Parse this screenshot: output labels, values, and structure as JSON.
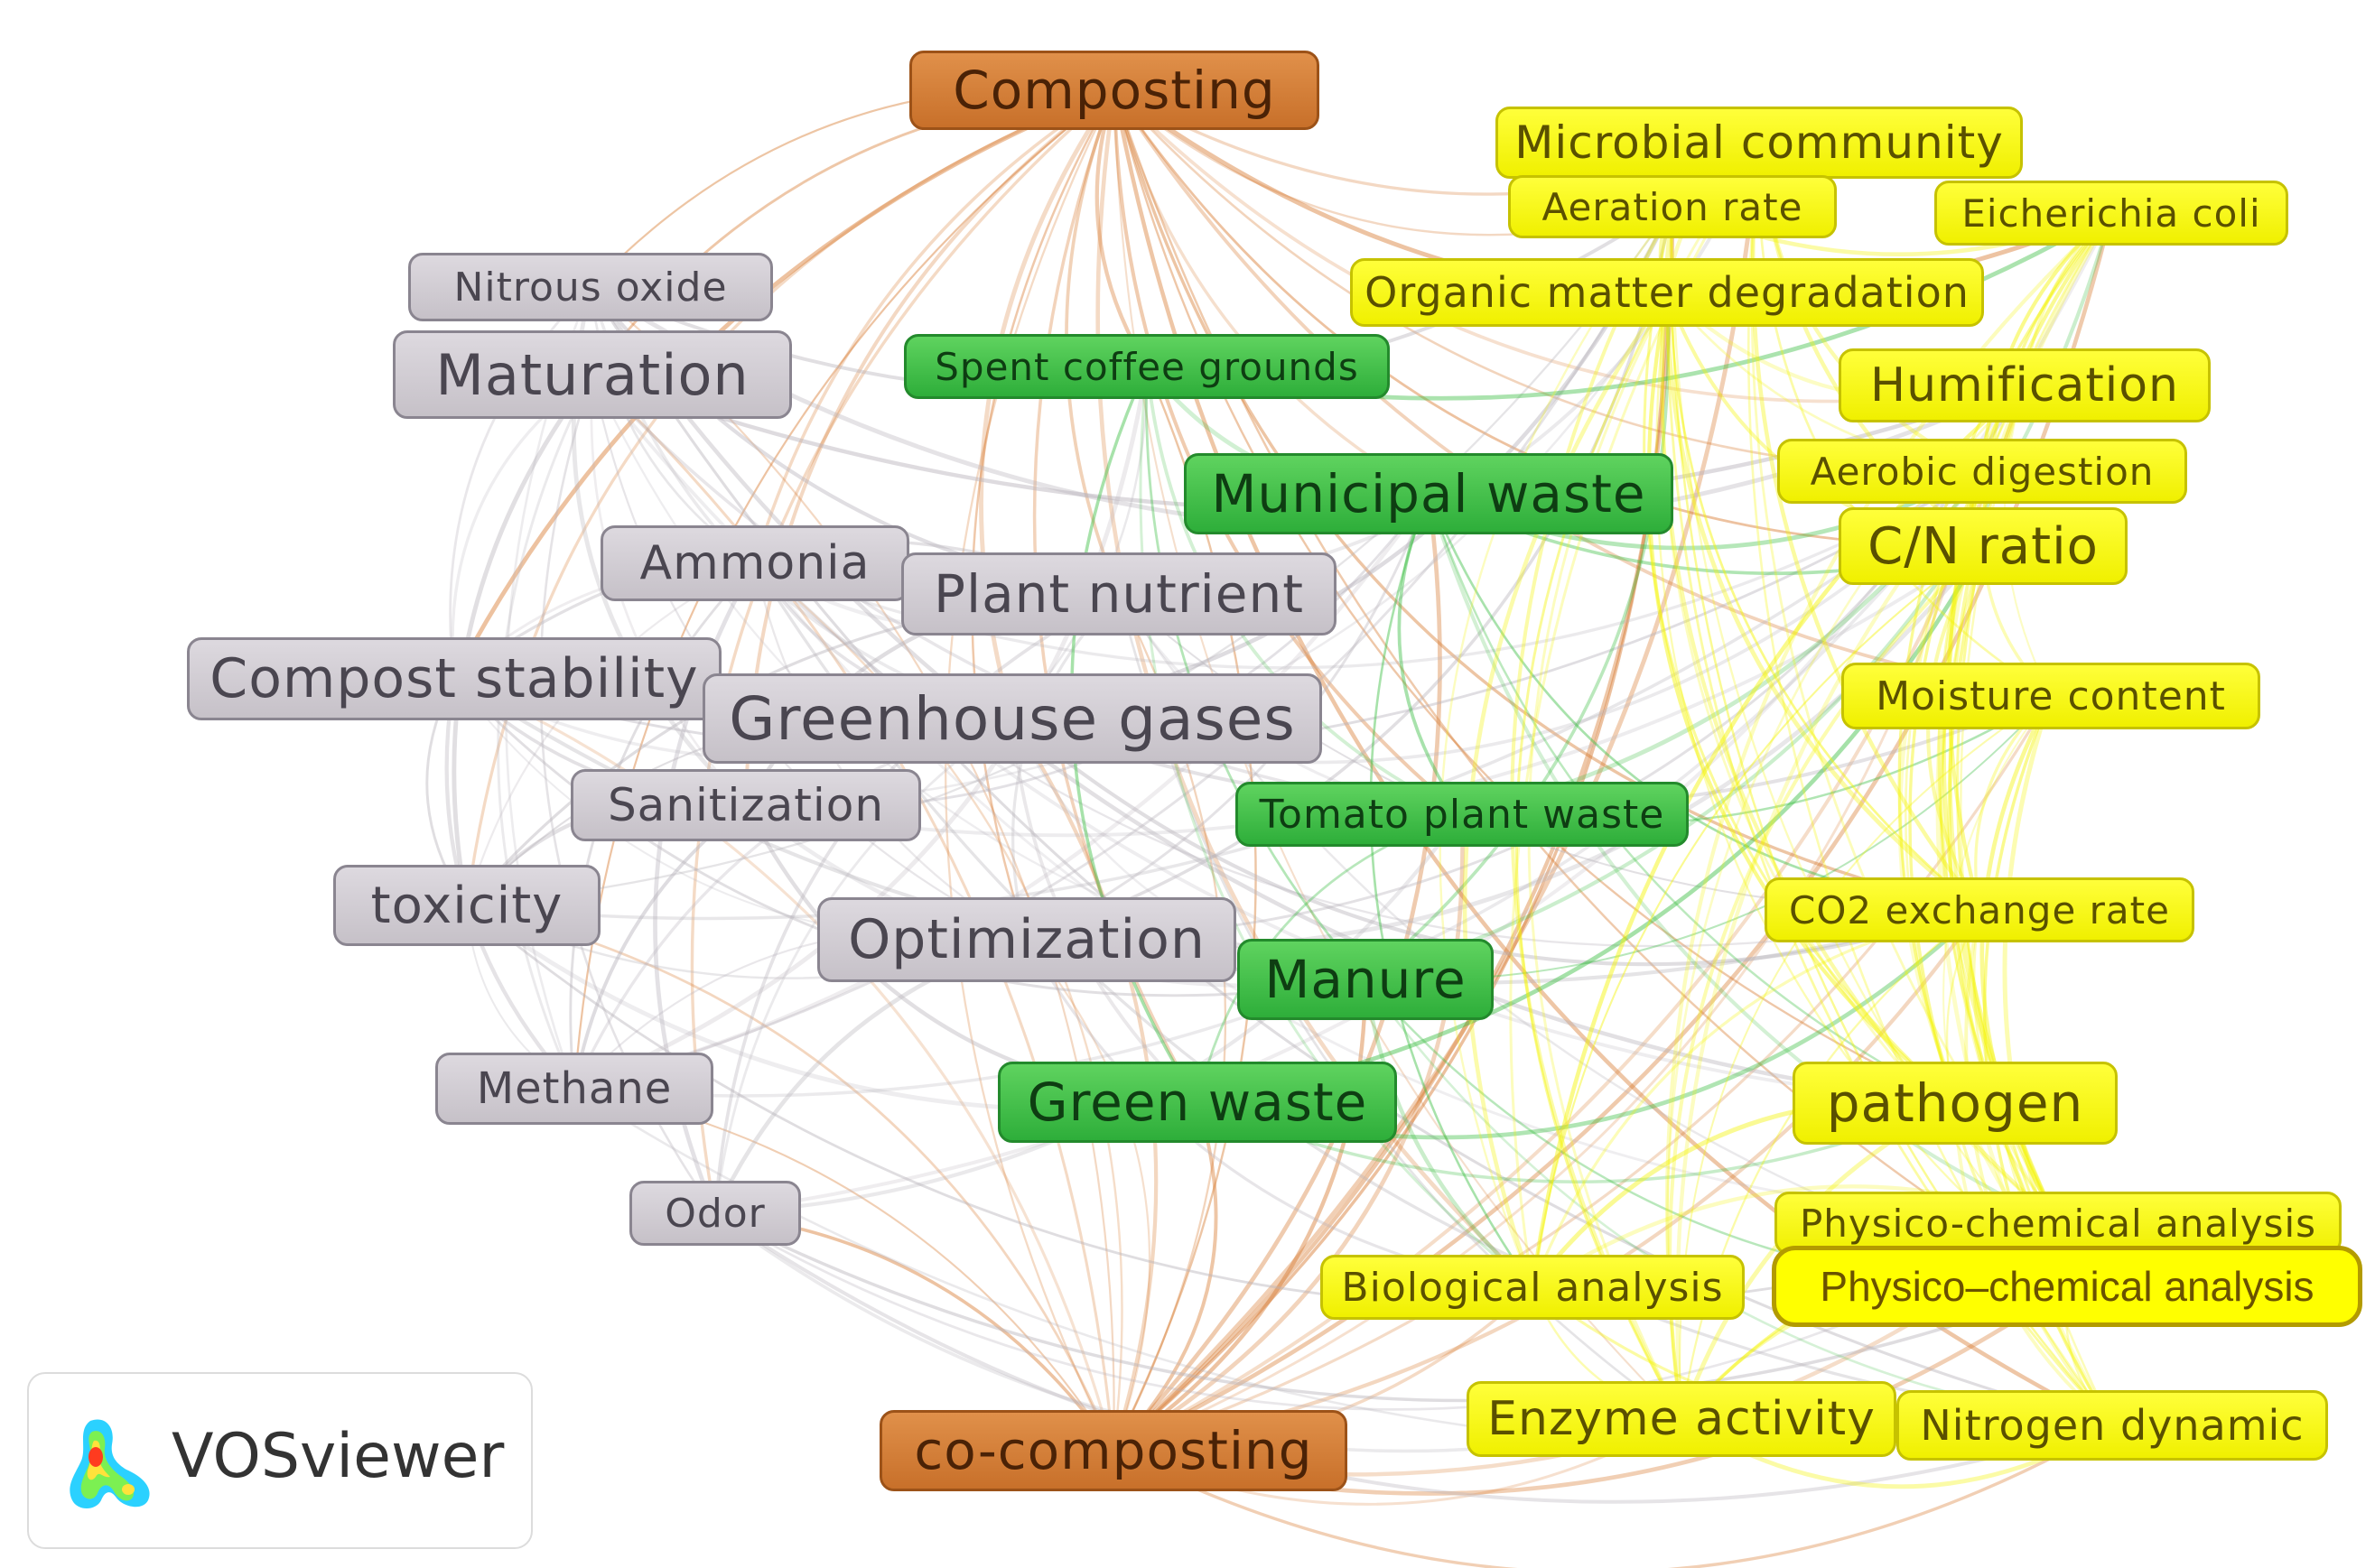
{
  "network": {
    "nodes": [
      {
        "id": "composting",
        "label": "Composting",
        "cluster": "orange"
      },
      {
        "id": "co_composting",
        "label": "co-composting",
        "cluster": "orange"
      },
      {
        "id": "nitrous_oxide",
        "label": "Nitrous oxide",
        "cluster": "gray"
      },
      {
        "id": "maturation",
        "label": "Maturation",
        "cluster": "gray"
      },
      {
        "id": "ammonia",
        "label": "Ammonia",
        "cluster": "gray"
      },
      {
        "id": "plant_nutrient",
        "label": "Plant nutrient",
        "cluster": "gray"
      },
      {
        "id": "compost_stability",
        "label": "Compost stability",
        "cluster": "gray"
      },
      {
        "id": "greenhouse_gases",
        "label": "Greenhouse gases",
        "cluster": "gray"
      },
      {
        "id": "sanitization",
        "label": "Sanitization",
        "cluster": "gray"
      },
      {
        "id": "toxicity",
        "label": "toxicity",
        "cluster": "gray"
      },
      {
        "id": "optimization",
        "label": "Optimization",
        "cluster": "gray"
      },
      {
        "id": "methane",
        "label": "Methane",
        "cluster": "gray"
      },
      {
        "id": "odor",
        "label": "Odor",
        "cluster": "gray"
      },
      {
        "id": "spent_coffee",
        "label": "Spent coffee grounds",
        "cluster": "green"
      },
      {
        "id": "municipal_waste",
        "label": "Municipal waste",
        "cluster": "green"
      },
      {
        "id": "tomato_waste",
        "label": "Tomato plant waste",
        "cluster": "green"
      },
      {
        "id": "manure",
        "label": "Manure",
        "cluster": "green"
      },
      {
        "id": "green_waste",
        "label": "Green waste",
        "cluster": "green"
      },
      {
        "id": "microbial_community",
        "label": "Microbial community",
        "cluster": "yellow"
      },
      {
        "id": "aeration_rate",
        "label": "Aeration rate",
        "cluster": "yellow"
      },
      {
        "id": "ecoli",
        "label": "Eicherichia coli",
        "cluster": "yellow"
      },
      {
        "id": "om_degradation",
        "label": "Organic matter degradation",
        "cluster": "yellow"
      },
      {
        "id": "humification",
        "label": "Humification",
        "cluster": "yellow"
      },
      {
        "id": "aerobic_digestion",
        "label": "Aerobic digestion",
        "cluster": "yellow"
      },
      {
        "id": "cn_ratio",
        "label": "C/N ratio",
        "cluster": "yellow"
      },
      {
        "id": "moisture",
        "label": "Moisture content",
        "cluster": "yellow"
      },
      {
        "id": "co2_rate",
        "label": "CO2 exchange rate",
        "cluster": "yellow"
      },
      {
        "id": "pathogen",
        "label": "pathogen",
        "cluster": "yellow"
      },
      {
        "id": "physchem1",
        "label": "Physico-chemical analysis",
        "cluster": "yellow"
      },
      {
        "id": "physchem2",
        "label": "Physico–chemical analysis",
        "cluster": "yellow-highlight"
      },
      {
        "id": "biological",
        "label": "Biological analysis",
        "cluster": "yellow"
      },
      {
        "id": "enzyme",
        "label": "Enzyme activity",
        "cluster": "yellow"
      },
      {
        "id": "nitrogen",
        "label": "Nitrogen dynamic",
        "cluster": "yellow"
      }
    ]
  },
  "cluster_colors": {
    "orange": "#d77a30",
    "gray": "#b8b3bb",
    "green": "#3fbf46",
    "yellow": "#f4f400"
  },
  "logo": {
    "text": "VOSviewer"
  }
}
